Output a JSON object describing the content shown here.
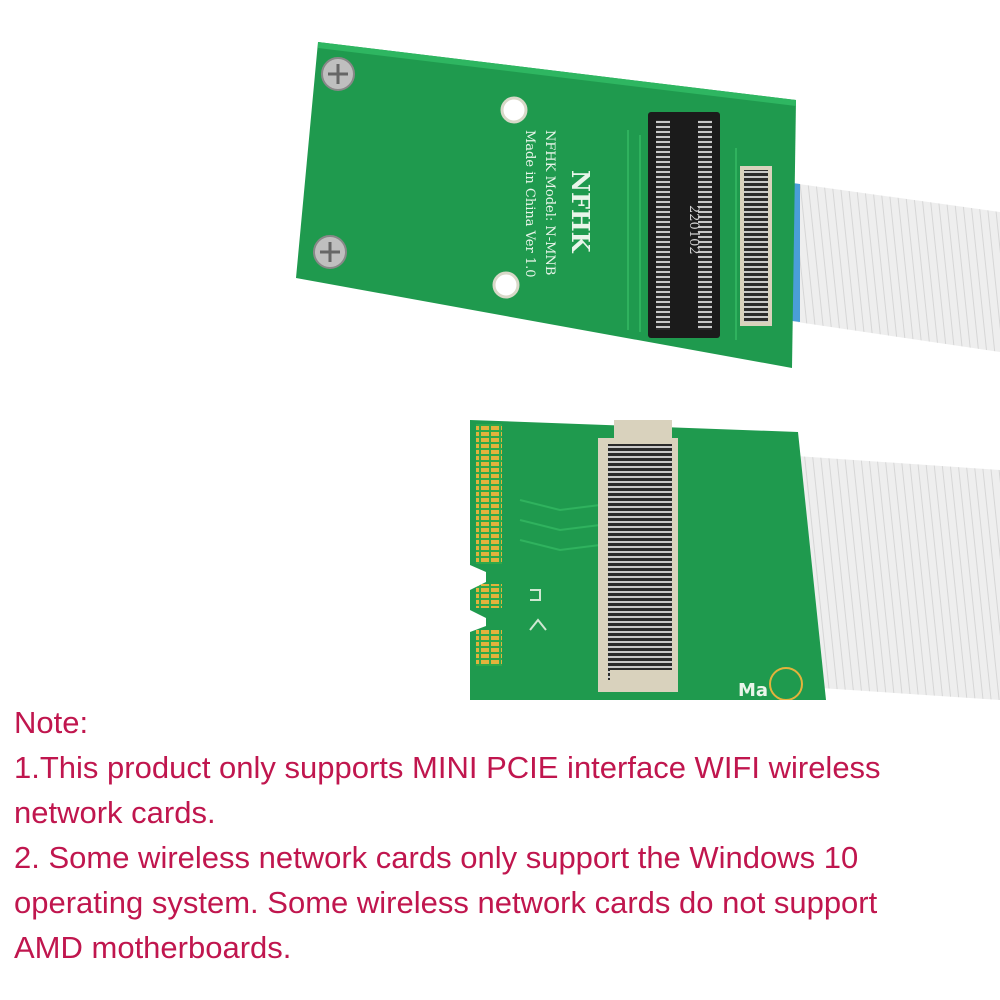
{
  "product_photo": {
    "top_board": {
      "brand": "NFHK",
      "model_line": "NFHK Model: N-MNB",
      "origin_line": "Made in China  Ver 1.0",
      "slot_code": "220102"
    },
    "bottom_board": {
      "partial_label": "Ma"
    }
  },
  "note": {
    "heading": "Note:",
    "line1": "1.This product only supports MINI PCIE interface WIFI wireless",
    "line2": "network cards.",
    "line3": "2. Some wireless network cards only support the Windows 10",
    "line4": "operating system. Some wireless network cards do not support",
    "line5": "AMD motherboards."
  }
}
